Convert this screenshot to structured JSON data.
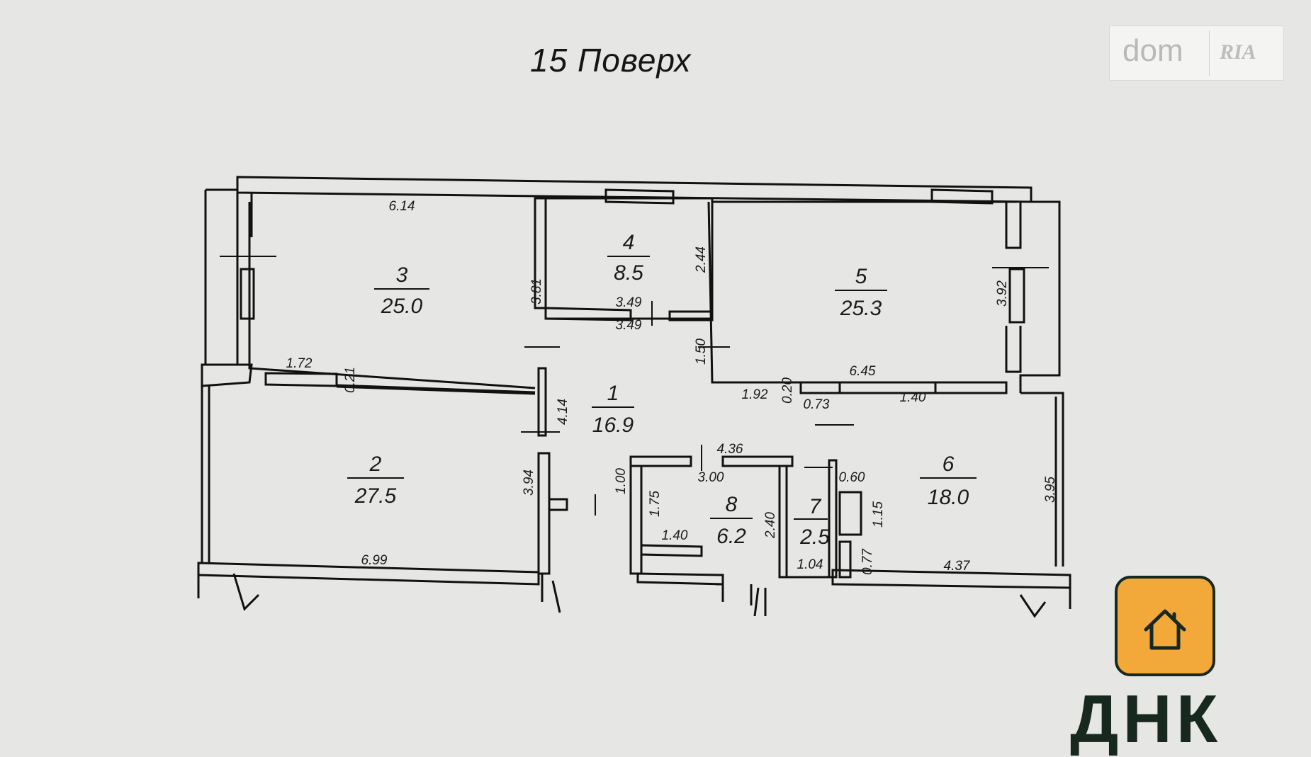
{
  "floor_title": "15 Поверх",
  "watermark": {
    "left": "dom",
    "right": "RIA"
  },
  "logo": {
    "text": "ДНК",
    "icon": "house-icon",
    "color_bg": "#f2a93a",
    "color_fg": "#17291f"
  },
  "rooms": [
    {
      "number": "1",
      "area": "16.9"
    },
    {
      "number": "2",
      "area": "27.5"
    },
    {
      "number": "3",
      "area": "25.0"
    },
    {
      "number": "4",
      "area": "8.5"
    },
    {
      "number": "5",
      "area": "25.3"
    },
    {
      "number": "6",
      "area": "18.0"
    },
    {
      "number": "7",
      "area": "2.5"
    },
    {
      "number": "8",
      "area": "6.2"
    }
  ],
  "dimensions": [
    "6.14",
    "3.81",
    "1.72",
    "0.21",
    "4.14",
    "3.94",
    "6.99",
    "2.44",
    "3.49",
    "3.49",
    "1.50",
    "3.92",
    "6.45",
    "1.92",
    "0.20",
    "0.73",
    "1.40",
    "4.36",
    "1.00",
    "3.00",
    "1.75",
    "1.40",
    "2.40",
    "0.60",
    "1.15",
    "1.04",
    "0.77",
    "4.37",
    "3.95"
  ]
}
